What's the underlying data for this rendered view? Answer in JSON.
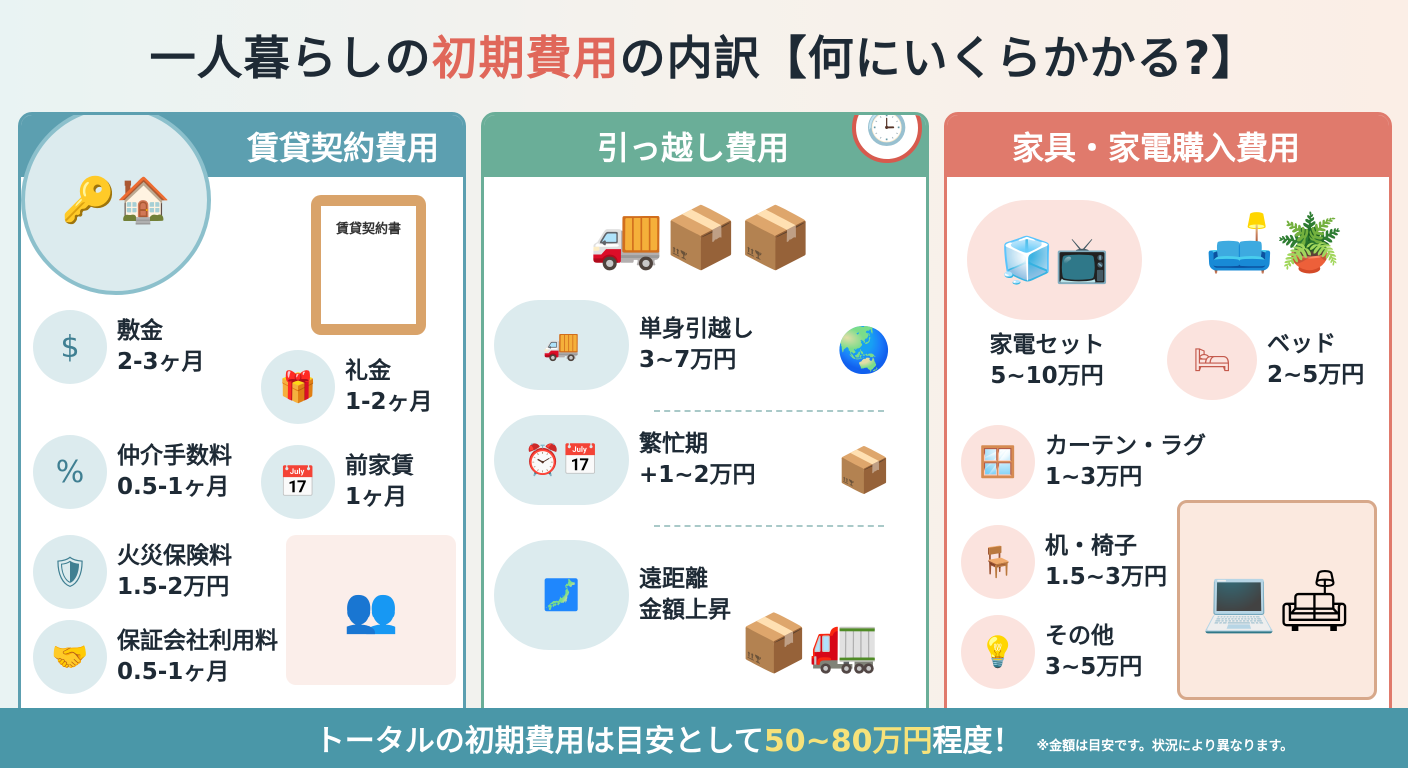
{
  "title": {
    "pre": "一人暮らしの",
    "highlight": "初期費用",
    "post": "の内訳【何にいくらかかる?】"
  },
  "colors": {
    "panel1": "#5c9fb0",
    "panel2": "#6aae98",
    "panel3": "#e07a6c",
    "footer": "#4a97a8",
    "highlight": "#e0675a",
    "total": "#f6e27a"
  },
  "panels": [
    {
      "header": "賃貸契約費用",
      "document_label": "賃貸契約書",
      "items": [
        {
          "icon": "coin-hand-icon",
          "name": "敷金",
          "value": "2-3ヶ月"
        },
        {
          "icon": "gift-hand-icon",
          "name": "礼金",
          "value": "1-2ヶ月"
        },
        {
          "icon": "percent-hand-icon",
          "name": "仲介手数料",
          "value": "0.5-1ヶ月"
        },
        {
          "icon": "calendar-icon",
          "name": "前家賃",
          "value": "1ヶ月"
        },
        {
          "icon": "shield-building-icon",
          "name": "火災保険料",
          "value": "1.5-2万円"
        },
        {
          "icon": "handshake-icon",
          "name": "保証会社利用料",
          "value": "0.5-1ヶ月"
        }
      ]
    },
    {
      "header": "引っ越し費用",
      "items": [
        {
          "icon": "mover-truck-icon",
          "name": "単身引越し",
          "value": "3~7万円"
        },
        {
          "icon": "clock-calendar-icon",
          "name": "繁忙期",
          "value": "+1~2万円"
        },
        {
          "icon": "japan-map-icon",
          "name": "遠距離",
          "value": "金額上昇"
        }
      ]
    },
    {
      "header": "家具・家電購入費用",
      "items": [
        {
          "icon": "appliances-icon",
          "name": "家電セット",
          "value": "5~10万円"
        },
        {
          "icon": "bed-icon",
          "name": "ベッド",
          "value": "2~5万円"
        },
        {
          "icon": "curtain-icon",
          "name": "カーテン・ラグ",
          "value": "1~3万円"
        },
        {
          "icon": "desk-chair-icon",
          "name": "机・椅子",
          "value": "1.5~3万円"
        },
        {
          "icon": "lamp-shelf-icon",
          "name": "その他",
          "value": "3~5万円"
        }
      ]
    }
  ],
  "footer": {
    "pre": "トータルの初期費用は目安として",
    "amount": "50~80万円",
    "post": "程度！",
    "note": "※金額は目安です。状況により異なります。"
  }
}
